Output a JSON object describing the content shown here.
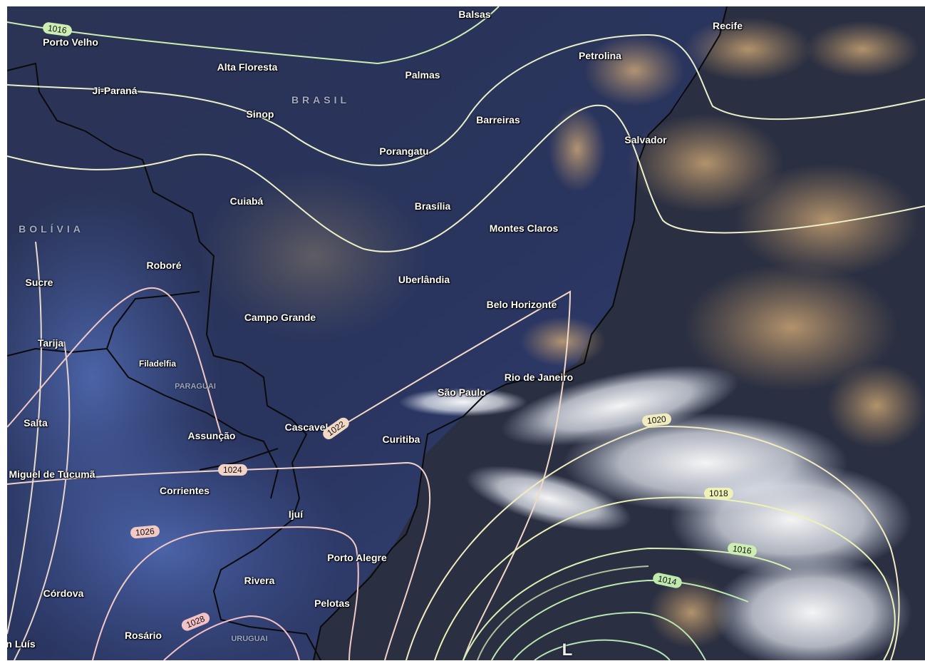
{
  "map": {
    "cities": [
      {
        "key": "balsas",
        "label": "Balsas"
      },
      {
        "key": "porto_velho",
        "label": "Porto Velho"
      },
      {
        "key": "recife",
        "label": "Recife"
      },
      {
        "key": "petrolina",
        "label": "Petrolina"
      },
      {
        "key": "alta_floresta",
        "label": "Alta Floresta"
      },
      {
        "key": "palmas",
        "label": "Palmas"
      },
      {
        "key": "ji_parana",
        "label": "Ji-Paraná"
      },
      {
        "key": "sinop",
        "label": "Sinop"
      },
      {
        "key": "barreiras",
        "label": "Barreiras"
      },
      {
        "key": "salvador",
        "label": "Salvador"
      },
      {
        "key": "porangatu",
        "label": "Porangatu"
      },
      {
        "key": "cuiaba",
        "label": "Cuiabá"
      },
      {
        "key": "brasilia",
        "label": "Brasília"
      },
      {
        "key": "montes_claros",
        "label": "Montes Claros"
      },
      {
        "key": "robore",
        "label": "Roboré"
      },
      {
        "key": "uberlandia",
        "label": "Uberlândia"
      },
      {
        "key": "sucre",
        "label": "Sucre"
      },
      {
        "key": "belo_horizonte",
        "label": "Belo Horizonte"
      },
      {
        "key": "campo_grande",
        "label": "Campo Grande"
      },
      {
        "key": "tarija",
        "label": "Tarija"
      },
      {
        "key": "filadelfia",
        "label": "Filadelfia"
      },
      {
        "key": "rio_de_janeiro",
        "label": "Rio de Janeiro"
      },
      {
        "key": "sao_paulo",
        "label": "São Paulo"
      },
      {
        "key": "salta",
        "label": "Salta"
      },
      {
        "key": "cascavel",
        "label": "Cascavel"
      },
      {
        "key": "assuncao",
        "label": "Assunção"
      },
      {
        "key": "curitiba",
        "label": "Curitiba"
      },
      {
        "key": "tucuman",
        "label": "Miguel de Tucumã"
      },
      {
        "key": "corrientes",
        "label": "Corrientes"
      },
      {
        "key": "ijui",
        "label": "Ijuí"
      },
      {
        "key": "porto_alegre",
        "label": "Porto Alegre"
      },
      {
        "key": "cordova",
        "label": "Córdova"
      },
      {
        "key": "rivera",
        "label": "Rivera"
      },
      {
        "key": "pelotas",
        "label": "Pelotas"
      },
      {
        "key": "rosario",
        "label": "Rosário"
      },
      {
        "key": "san_luis",
        "label": "n Luís"
      }
    ],
    "countries": [
      {
        "key": "brasil",
        "label": "BRASIL"
      },
      {
        "key": "bolivia",
        "label": "BOLÍVIA"
      },
      {
        "key": "paraguai",
        "label": "PARAGUAI"
      },
      {
        "key": "uruguai",
        "label": "URUGUAI"
      }
    ],
    "isobars": [
      {
        "key": "p1016_nw",
        "label": "1016",
        "color": "#cdeeb3"
      },
      {
        "key": "p1022",
        "label": "1022",
        "color": "#f2d9c6"
      },
      {
        "key": "p1024",
        "label": "1024",
        "color": "#f2d3c8"
      },
      {
        "key": "p1026",
        "label": "1026",
        "color": "#f3c9c4"
      },
      {
        "key": "p1028",
        "label": "1028",
        "color": "#f2c2c7"
      },
      {
        "key": "p1020",
        "label": "1020",
        "color": "#f1ebc0"
      },
      {
        "key": "p1018",
        "label": "1018",
        "color": "#eef2b6"
      },
      {
        "key": "p1016_se",
        "label": "1016",
        "color": "#cdeeb3"
      },
      {
        "key": "p1014",
        "label": "1014",
        "color": "#bfeaae"
      }
    ],
    "low_symbol": "L",
    "colors": {
      "land": "#2a3352",
      "ocean": "#262b3c",
      "clouds": "#d6b07a",
      "border": "#0a0a0a"
    }
  }
}
